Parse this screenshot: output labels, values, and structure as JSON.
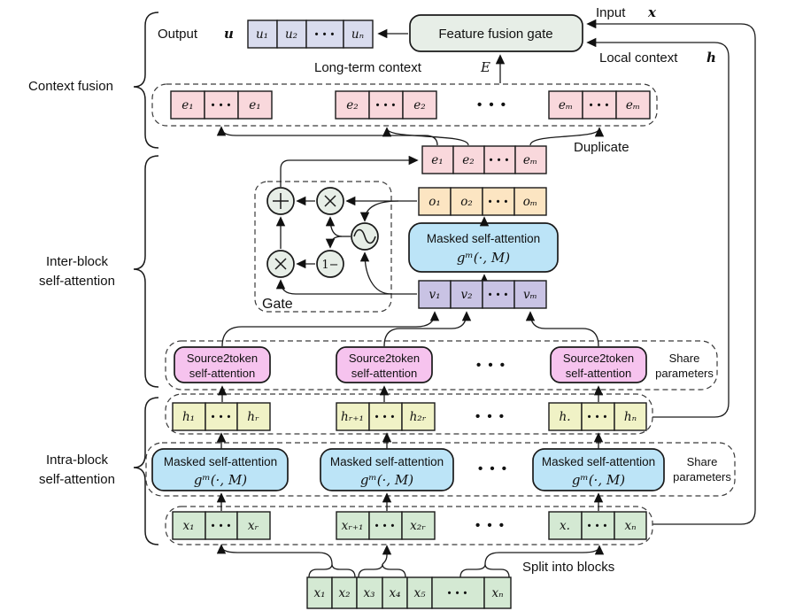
{
  "labels": {
    "output": "Output",
    "output_var": "u",
    "input": "Input",
    "input_var": "x",
    "local": "Local context",
    "local_var": "h",
    "longterm": "Long-term context ",
    "longterm_var": "E",
    "fusion_gate": "Feature fusion gate",
    "duplicate": "Duplicate",
    "gate": "Gate",
    "one_minus": "1−",
    "masked_line1": "Masked self-attention",
    "masked_line2": "gᵐ(·, M)",
    "s2t_line1": "Source2token",
    "s2t_line2": "self-attention",
    "share_line1": "Share",
    "share_line2": "parameters",
    "split": "Split into blocks",
    "context_fusion": "Context fusion",
    "inter_line1": "Inter-block",
    "inter_line2": "self-attention",
    "intra_line1": "Intra-block",
    "intra_line2": "self-attention",
    "dots": "• • •"
  },
  "rows": {
    "u": [
      "u₁",
      "u₂",
      "• • •",
      "uₙ"
    ],
    "dup": [
      [
        "e₁",
        "• • •",
        "e₁"
      ],
      [
        "e₂",
        "• • •",
        "e₂"
      ],
      [
        "eₘ",
        "• • •",
        "eₘ"
      ]
    ],
    "e": [
      "e₁",
      "e₂",
      "• • •",
      "eₘ"
    ],
    "o": [
      "o₁",
      "o₂",
      "• • •",
      "oₘ"
    ],
    "v": [
      "v₁",
      "v₂",
      "• • •",
      "vₘ"
    ],
    "h": [
      [
        "h₁",
        "• • •",
        "hᵣ"
      ],
      [
        "hᵣ₊₁",
        "• • •",
        "h₂ᵣ"
      ],
      [
        "h.",
        "• • •",
        "hₙ"
      ]
    ],
    "x": [
      [
        "x₁",
        "• • •",
        "xᵣ"
      ],
      [
        "xᵣ₊₁",
        "• • •",
        "x₂ᵣ"
      ],
      [
        "x.",
        "• • •",
        "xₙ"
      ]
    ],
    "bottom": [
      "x₁",
      "x₂",
      "x₃",
      "x₄",
      "x₅",
      "• • •",
      "xₙ"
    ]
  },
  "colors": {
    "u": "#d9dcee",
    "e": "#f9d8dc",
    "o": "#fce5c2",
    "v": "#c9c3e4",
    "h": "#f0f2c6",
    "x": "#d4e9d3",
    "blue": "#bce4f7",
    "pink": "#f6c3ee",
    "sage": "#e7eee7",
    "white": "#ffffff"
  }
}
